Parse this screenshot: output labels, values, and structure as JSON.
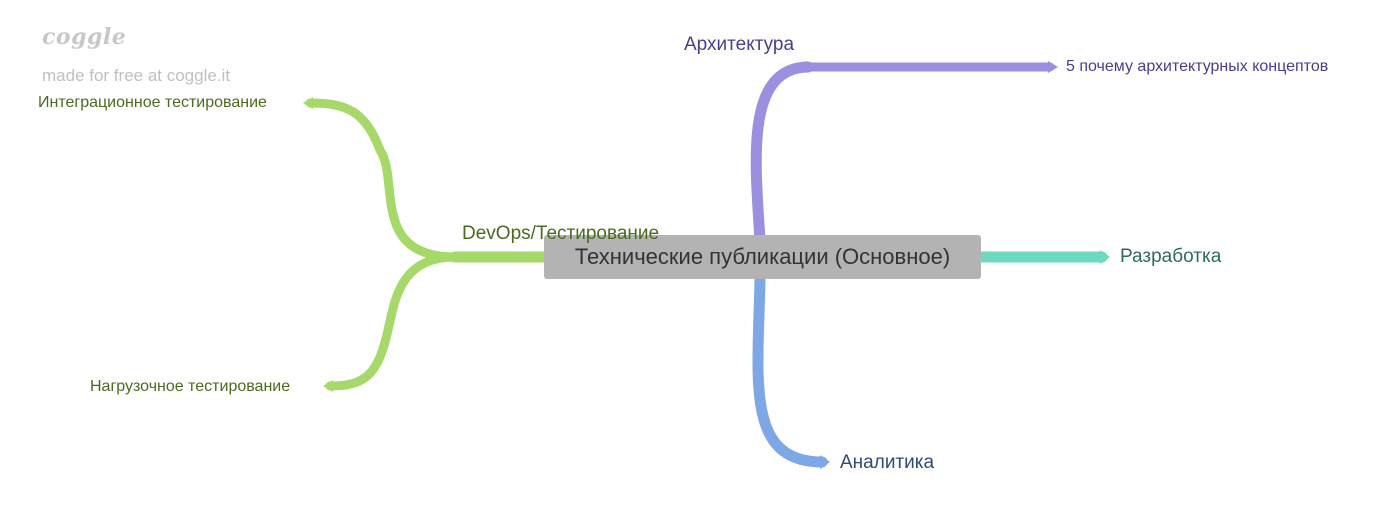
{
  "watermark": {
    "logo": "coggle",
    "made_with": "made for free at coggle.it"
  },
  "root": {
    "label": "Технические публикации (Основное)"
  },
  "branches": {
    "architecture": {
      "label": "Архитектура",
      "color": "#9b8fe0",
      "text_color": "#4a3d8c",
      "children": [
        {
          "label": "5 почему архитектурных концептов"
        }
      ]
    },
    "development": {
      "label": "Разработка",
      "color": "#6cd9c0",
      "text_color": "#2c6b5e"
    },
    "analytics": {
      "label": "Аналитика",
      "color": "#7ea7e6",
      "text_color": "#2d4a78"
    },
    "devops": {
      "label": "DevOps/Тестирование",
      "color": "#a6d96a",
      "text_color": "#4a6b1f",
      "children": [
        {
          "label": "Интеграционное тестирование"
        },
        {
          "label": "Нагрузочное тестирование"
        }
      ]
    }
  }
}
